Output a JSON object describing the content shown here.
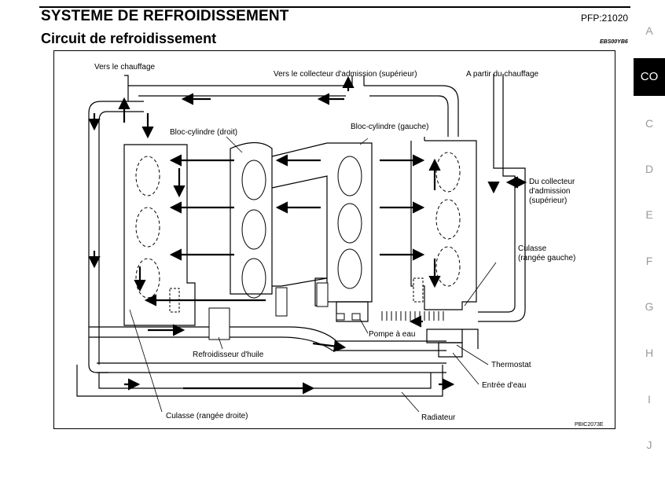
{
  "header": {
    "title": "SYSTEME DE REFROIDISSEMENT",
    "code": "PFP:21020",
    "subtitle": "Circuit de refroidissement",
    "ref": "EBS00YB6"
  },
  "sidebar": {
    "active": "CO",
    "letters": [
      "A",
      "C",
      "D",
      "E",
      "F",
      "G",
      "H",
      "I",
      "J"
    ]
  },
  "diagram": {
    "labels": {
      "vers_chauffage": "Vers le chauffage",
      "vers_collecteur": "Vers le collecteur d'admission (supérieur)",
      "a_partir_chauffage": "A partir du chauffage",
      "bloc_droit": "Bloc-cylindre (droit)",
      "bloc_gauche": "Bloc-cylindre (gauche)",
      "du_collecteur_1": "Du collecteur",
      "du_collecteur_2": "d'admission",
      "du_collecteur_3": "(supérieur)",
      "culasse_gauche_1": "Culasse",
      "culasse_gauche_2": "(rangée gauche)",
      "pompe": "Pompe à eau",
      "refroidisseur": "Refroidisseur d'huile",
      "thermostat": "Thermostat",
      "entree": "Entrée d'eau",
      "culasse_droite": "Culasse (rangée droite)",
      "radiateur": "Radiateur",
      "fig_code": "PBIC2073E"
    }
  }
}
